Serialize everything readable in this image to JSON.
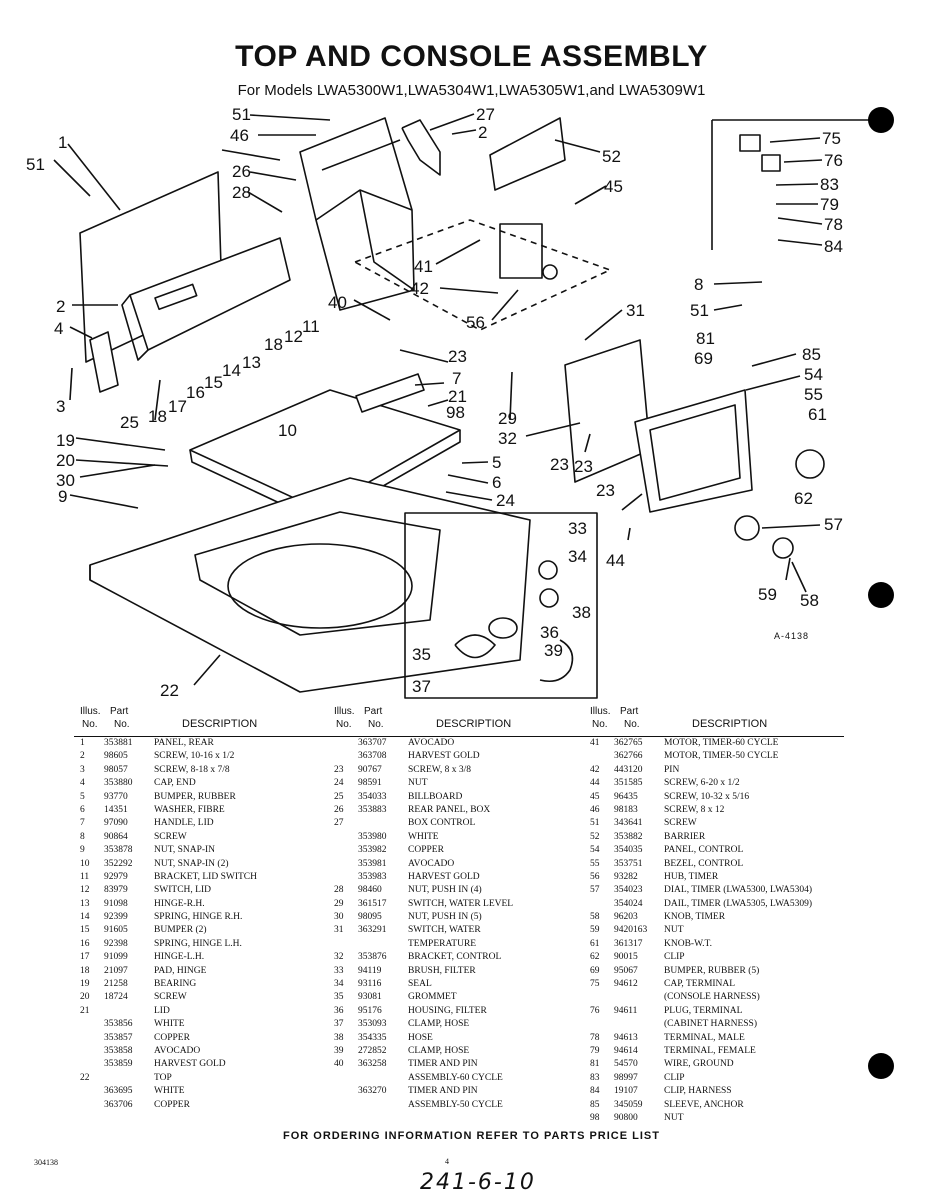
{
  "title": "TOP AND CONSOLE ASSEMBLY",
  "subtitle": "For Models LWA5300W1,LWA5304W1,LWA5305W1,and LWA5309W1",
  "ref_code": "A-4138",
  "header": {
    "illus": "Illus.",
    "part": "Part",
    "no1": "No.",
    "no2": "No.",
    "description": "DESCRIPTION"
  },
  "callouts": [
    "51",
    "46",
    "27",
    "2",
    "1",
    "51",
    "26",
    "28",
    "52",
    "45",
    "75",
    "76",
    "83",
    "79",
    "78",
    "84",
    "41",
    "42",
    "2",
    "4",
    "40",
    "56",
    "31",
    "8",
    "51",
    "81",
    "85",
    "69",
    "54",
    "55",
    "61",
    "3",
    "25",
    "18",
    "12",
    "11",
    "13",
    "14",
    "15",
    "16",
    "17",
    "18",
    "23",
    "7",
    "21",
    "98",
    "29",
    "32",
    "23",
    "10",
    "19",
    "20",
    "30",
    "9",
    "5",
    "6",
    "24",
    "23",
    "23",
    "62",
    "33",
    "34",
    "44",
    "57",
    "38",
    "36",
    "35",
    "39",
    "37",
    "22",
    "59",
    "58"
  ],
  "columns": [
    [
      [
        "1",
        "353881",
        "PANEL, REAR"
      ],
      [
        "2",
        "98605",
        "SCREW, 10-16 x 1/2"
      ],
      [
        "3",
        "98057",
        "SCREW, 8-18 x 7/8"
      ],
      [
        "4",
        "353880",
        "CAP, END"
      ],
      [
        "5",
        "93770",
        "BUMPER, RUBBER"
      ],
      [
        "6",
        "14351",
        "WASHER, FIBRE"
      ],
      [
        "7",
        "97090",
        "HANDLE, LID"
      ],
      [
        "8",
        "90864",
        "SCREW"
      ],
      [
        "9",
        "353878",
        "NUT, SNAP-IN"
      ],
      [
        "10",
        "352292",
        "NUT, SNAP-IN (2)"
      ],
      [
        "11",
        "92979",
        "BRACKET, LID SWITCH"
      ],
      [
        "12",
        "83979",
        "SWITCH, LID"
      ],
      [
        "13",
        "91098",
        "HINGE-R.H."
      ],
      [
        "14",
        "92399",
        "SPRING, HINGE R.H."
      ],
      [
        "15",
        "91605",
        "BUMPER (2)"
      ],
      [
        "16",
        "92398",
        "SPRING, HINGE L.H."
      ],
      [
        "17",
        "91099",
        "HINGE-L.H."
      ],
      [
        "18",
        "21097",
        "PAD, HINGE"
      ],
      [
        "19",
        "21258",
        "BEARING"
      ],
      [
        "20",
        "18724",
        "SCREW"
      ],
      [
        "21",
        "",
        "LID"
      ],
      [
        "",
        "353856",
        "WHITE"
      ],
      [
        "",
        "353857",
        "COPPER"
      ],
      [
        "",
        "353858",
        "AVOCADO"
      ],
      [
        "",
        "353859",
        "HARVEST GOLD"
      ],
      [
        "22",
        "",
        "TOP"
      ],
      [
        "",
        "363695",
        "WHITE"
      ],
      [
        "",
        "363706",
        "COPPER"
      ]
    ],
    [
      [
        "",
        "363707",
        "AVOCADO"
      ],
      [
        "",
        "363708",
        "HARVEST GOLD"
      ],
      [
        "23",
        "90767",
        "SCREW, 8 x 3/8"
      ],
      [
        "24",
        "98591",
        "NUT"
      ],
      [
        "25",
        "354033",
        "BILLBOARD"
      ],
      [
        "26",
        "353883",
        "REAR PANEL, BOX"
      ],
      [
        "27",
        "",
        "BOX CONTROL"
      ],
      [
        "",
        "353980",
        "WHITE"
      ],
      [
        "",
        "353982",
        "COPPER"
      ],
      [
        "",
        "353981",
        "AVOCADO"
      ],
      [
        "",
        "353983",
        "HARVEST GOLD"
      ],
      [
        "28",
        "98460",
        "NUT, PUSH IN (4)"
      ],
      [
        "29",
        "361517",
        "SWITCH, WATER LEVEL"
      ],
      [
        "30",
        "98095",
        "NUT, PUSH IN (5)"
      ],
      [
        "31",
        "363291",
        "SWITCH, WATER"
      ],
      [
        "",
        "",
        "TEMPERATURE"
      ],
      [
        "32",
        "353876",
        "BRACKET, CONTROL"
      ],
      [
        "33",
        "94119",
        "BRUSH, FILTER"
      ],
      [
        "34",
        "93116",
        "SEAL"
      ],
      [
        "35",
        "93081",
        "GROMMET"
      ],
      [
        "36",
        "95176",
        "HOUSING, FILTER"
      ],
      [
        "37",
        "353093",
        "CLAMP, HOSE"
      ],
      [
        "38",
        "354335",
        "HOSE"
      ],
      [
        "39",
        "272852",
        "CLAMP, HOSE"
      ],
      [
        "40",
        "363258",
        "TIMER AND PIN"
      ],
      [
        "",
        "",
        "ASSEMBLY-60 CYCLE"
      ],
      [
        "",
        "363270",
        "TIMER AND PIN"
      ],
      [
        "",
        "",
        "ASSEMBLY-50 CYCLE"
      ]
    ],
    [
      [
        "41",
        "362765",
        "MOTOR, TIMER-60 CYCLE"
      ],
      [
        "",
        "362766",
        "MOTOR, TIMER-50 CYCLE"
      ],
      [
        "42",
        "443120",
        "PIN"
      ],
      [
        "44",
        "351585",
        "SCREW, 6-20 x 1/2"
      ],
      [
        "45",
        "96435",
        "SCREW, 10-32 x 5/16"
      ],
      [
        "46",
        "98183",
        "SCREW, 8 x 12"
      ],
      [
        "51",
        "343641",
        "SCREW"
      ],
      [
        "52",
        "353882",
        "BARRIER"
      ],
      [
        "54",
        "354035",
        "PANEL, CONTROL"
      ],
      [
        "55",
        "353751",
        "BEZEL, CONTROL"
      ],
      [
        "56",
        "93282",
        "HUB, TIMER"
      ],
      [
        "57",
        "354023",
        "DIAL, TIMER (LWA5300, LWA5304)"
      ],
      [
        "",
        "354024",
        "DAIL, TIMER (LWA5305, LWA5309)"
      ],
      [
        "58",
        "96203",
        "KNOB, TIMER"
      ],
      [
        "59",
        "9420163",
        "NUT"
      ],
      [
        "61",
        "361317",
        "KNOB-W.T."
      ],
      [
        "62",
        "90015",
        "CLIP"
      ],
      [
        "69",
        "95067",
        "BUMPER, RUBBER (5)"
      ],
      [
        "75",
        "94612",
        "CAP, TERMINAL"
      ],
      [
        "",
        "",
        "(CONSOLE HARNESS)"
      ],
      [
        "76",
        "94611",
        "PLUG, TERMINAL"
      ],
      [
        "",
        "",
        "(CABINET HARNESS)"
      ],
      [
        "78",
        "94613",
        "TERMINAL, MALE"
      ],
      [
        "79",
        "94614",
        "TERMINAL, FEMALE"
      ],
      [
        "81",
        "54570",
        "WIRE, GROUND"
      ],
      [
        "83",
        "98997",
        "CLIP"
      ],
      [
        "84",
        "19107",
        "CLIP, HARNESS"
      ],
      [
        "85",
        "345059",
        "SLEEVE, ANCHOR"
      ],
      [
        "98",
        "90800",
        "NUT"
      ]
    ]
  ],
  "footer": "FOR ORDERING INFORMATION REFER TO PARTS PRICE LIST",
  "bottom_left": "304138",
  "bottom_mid": "4",
  "handwritten": "241-6-10"
}
